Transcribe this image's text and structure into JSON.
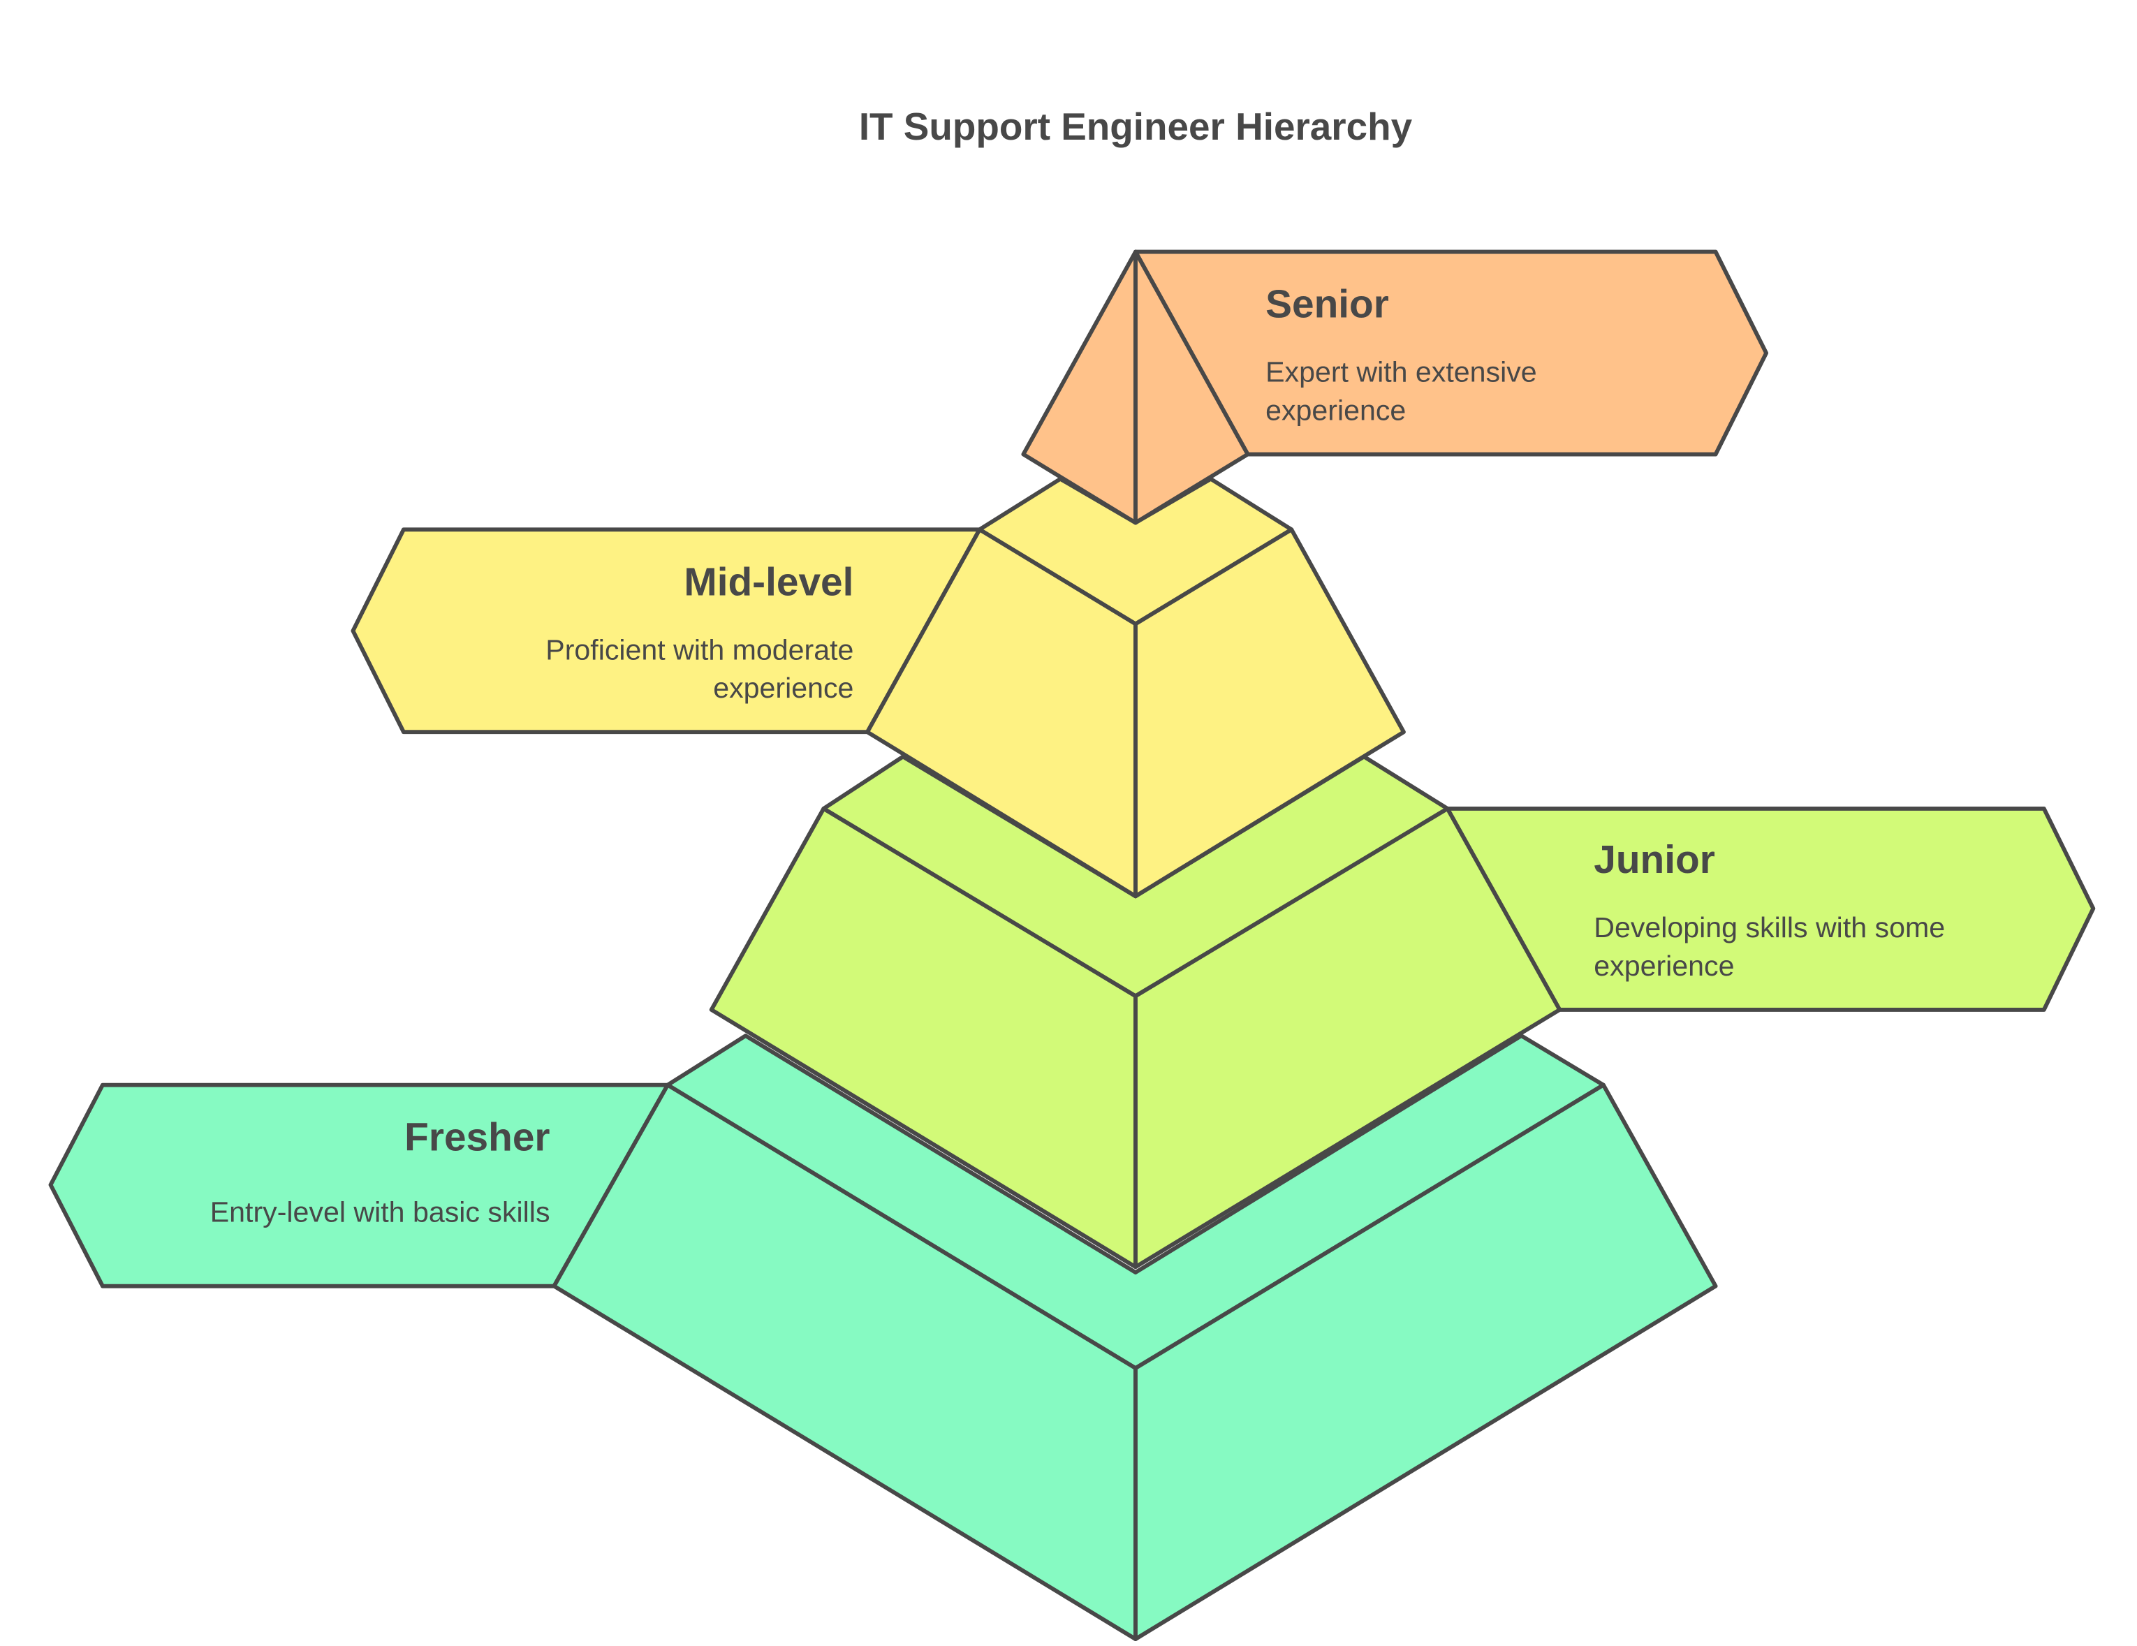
{
  "title": "IT Support Engineer Hierarchy",
  "levels": [
    {
      "id": "senior",
      "name": "Senior",
      "description_lines": [
        "Expert with extensive",
        "experience"
      ],
      "color": "#FFC28A",
      "label_side": "right"
    },
    {
      "id": "mid-level",
      "name": "Mid-level",
      "description_lines": [
        "Proficient with moderate",
        "experience"
      ],
      "color": "#FEF283",
      "label_side": "left"
    },
    {
      "id": "junior",
      "name": "Junior",
      "description_lines": [
        "Developing skills with some",
        "experience"
      ],
      "color": "#D2FA78",
      "label_side": "right"
    },
    {
      "id": "fresher",
      "name": "Fresher",
      "description_lines": [
        "Entry-level with basic skills"
      ],
      "color": "#86FAC2",
      "label_side": "left"
    }
  ],
  "stroke_color": "#484848"
}
